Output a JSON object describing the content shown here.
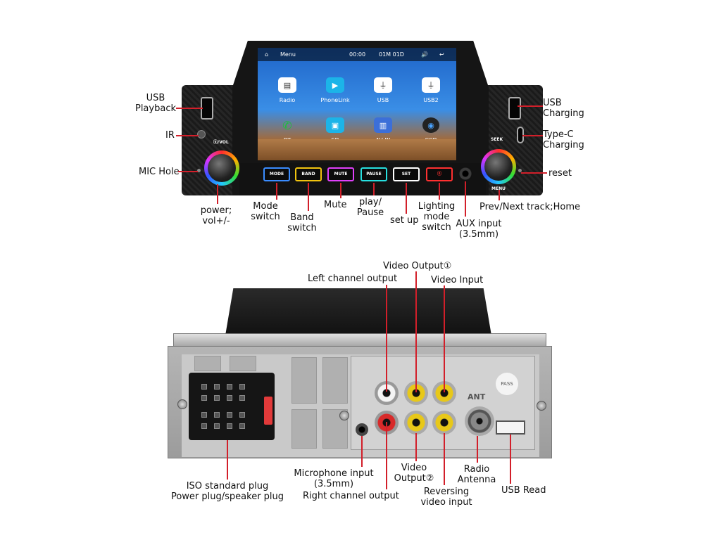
{
  "screen": {
    "menu_label": "Menu",
    "time": "00:00",
    "date": "01M 01D",
    "apps": [
      {
        "label": "Radio",
        "icon": "radio-icon",
        "color": "#ffffff"
      },
      {
        "label": "PhoneLink",
        "icon": "phonelink-icon",
        "color": "#1cb4e8"
      },
      {
        "label": "USB",
        "icon": "usb-icon",
        "color": "#ffffff"
      },
      {
        "label": "USB2",
        "icon": "usb-icon",
        "color": "#ffffff"
      },
      {
        "label": "BT",
        "icon": "phone-icon",
        "color": "#1fbf3a"
      },
      {
        "label": "SD",
        "icon": "sd-card-icon",
        "color": "#1cb4e8"
      },
      {
        "label": "AV IN",
        "icon": "av-in-icon",
        "color": "#3c6fd8"
      },
      {
        "label": "CCD",
        "icon": "camera-icon",
        "color": "#222222"
      }
    ]
  },
  "panel": {
    "vol_label": "ⓞ/VOL",
    "seek_label": "SEEK",
    "menu_label": "MENU",
    "buttons": [
      {
        "label": "MODE",
        "color": "#3a8cff"
      },
      {
        "label": "BAND",
        "color": "#f1c40f"
      },
      {
        "label": "MUTE",
        "color": "#e040fb"
      },
      {
        "label": "PAUSE",
        "color": "#27e0e0"
      },
      {
        "label": "SET",
        "color": "#ffffff"
      },
      {
        "label": "ⓞ",
        "color": "#ff3030"
      }
    ]
  },
  "front_labels": {
    "usb_playback": [
      "USB",
      "Playback"
    ],
    "ir": "IR",
    "mic_hole": "MIC Hole",
    "power": [
      "power;",
      "vol+/-"
    ],
    "mode_switch": [
      "Mode",
      "switch"
    ],
    "band_switch": [
      "Band",
      "switch"
    ],
    "mute": "Mute",
    "play_pause": [
      "play/",
      "Pause"
    ],
    "set_up": "set up",
    "lighting": [
      "Lighting",
      "mode",
      "switch"
    ],
    "aux": [
      "AUX input",
      "(3.5mm)"
    ],
    "usb_charging": [
      "USB",
      "Charging"
    ],
    "typec": [
      "Type-C",
      "Charging"
    ],
    "reset": "reset",
    "prev_next": "Prev/Next track;Home"
  },
  "rear_labels": {
    "video_output_1": "Video Output①",
    "left_channel": "Left channel output",
    "video_input": "Video Input",
    "iso": [
      "ISO standard plug",
      "Power plug/speaker plug"
    ],
    "mic_input": [
      "Microphone input",
      "(3.5mm)"
    ],
    "right_channel": "Right channel output",
    "video_output_2": [
      "Video",
      "Output②"
    ],
    "reversing": [
      "Reversing",
      "video input"
    ],
    "radio_antenna": [
      "Radio",
      "Antenna"
    ],
    "usb_read": "USB Read"
  },
  "rear_marks": {
    "ant": "ANT",
    "pass": "PASS"
  }
}
